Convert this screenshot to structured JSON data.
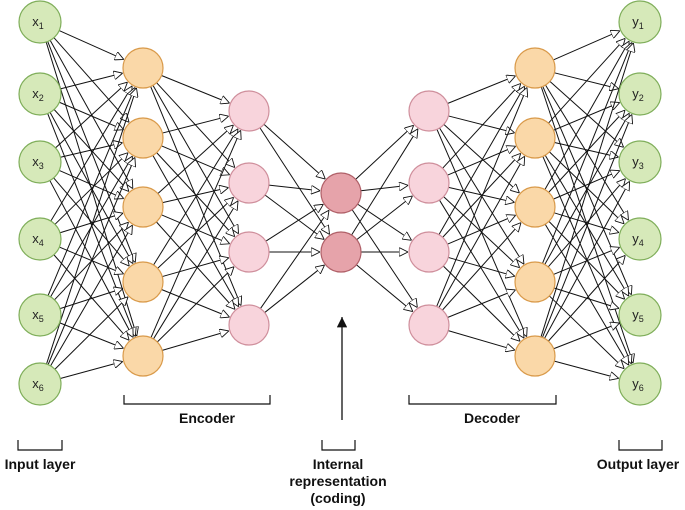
{
  "colors": {
    "input": "#d6e9b9",
    "input_stroke": "#7fae5a",
    "hidden1": "#fad8a8",
    "hidden1_stroke": "#d99a4a",
    "hidden2": "#f8d4dc",
    "hidden2_stroke": "#cf8f9c",
    "coding": "#e6a3aa",
    "coding_stroke": "#b06068",
    "edge": "#111111"
  },
  "layers": [
    {
      "id": "input",
      "nodes": [
        {
          "base": "x",
          "sub": "1"
        },
        {
          "base": "x",
          "sub": "2"
        },
        {
          "base": "x",
          "sub": "3"
        },
        {
          "base": "x",
          "sub": "4"
        },
        {
          "base": "x",
          "sub": "5"
        },
        {
          "base": "x",
          "sub": "6"
        }
      ]
    },
    {
      "id": "enc1",
      "count": 5
    },
    {
      "id": "enc2",
      "count": 4
    },
    {
      "id": "coding",
      "count": 2
    },
    {
      "id": "dec1",
      "count": 4
    },
    {
      "id": "dec2",
      "count": 5
    },
    {
      "id": "output",
      "nodes": [
        {
          "base": "y",
          "sub": "1"
        },
        {
          "base": "y",
          "sub": "2"
        },
        {
          "base": "y",
          "sub": "3"
        },
        {
          "base": "y",
          "sub": "4"
        },
        {
          "base": "y",
          "sub": "5"
        },
        {
          "base": "y",
          "sub": "6"
        }
      ]
    }
  ],
  "labels": {
    "encoder": "Encoder",
    "decoder": "Decoder",
    "input_layer": "Input layer",
    "output_layer": "Output layer",
    "internal_line1": "Internal",
    "internal_line2": "representation",
    "internal_line3": "(coding)"
  }
}
